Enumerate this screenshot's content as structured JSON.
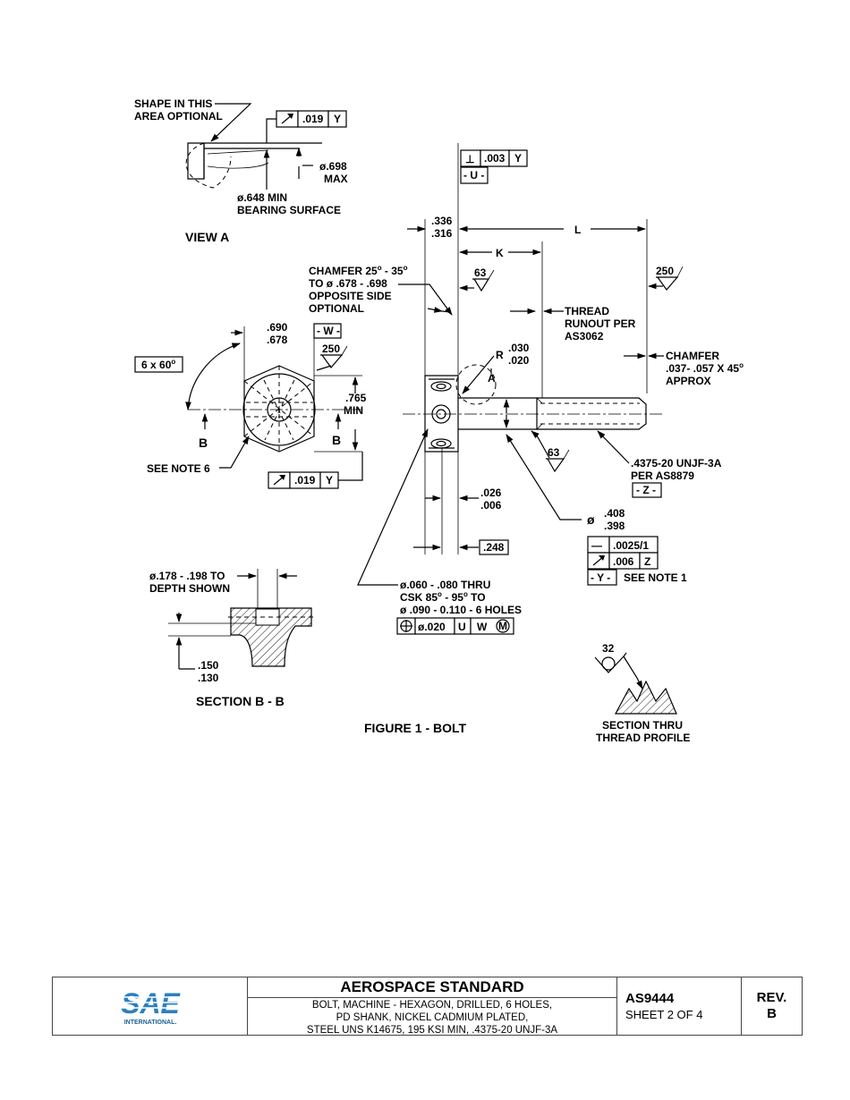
{
  "view_a": {
    "note_shape": [
      "SHAPE IN THIS",
      "AREA OPTIONAL"
    ],
    "fcf_symbol": "circular-runout-arrow",
    "fcf_value": ".019",
    "fcf_datum": "Y",
    "dia_max": [
      "ø.698",
      "MAX"
    ],
    "dia_min": [
      "ø.648 MIN",
      "BEARING SURFACE"
    ],
    "title_prefix": "VIEW ",
    "title_letter": "A"
  },
  "perp_fcf": {
    "symbol": "⊥",
    "value": ".003",
    "datum": "Y"
  },
  "datum_u": "- U -",
  "dims": {
    "head_thk": [
      ".336",
      ".316"
    ],
    "L": "L",
    "K": "K",
    "surface_63_top": "63",
    "surface_250_right": "250",
    "chamfer_head": [
      "CHAMFER 25° - 35°",
      "TO ø .678 - .698",
      "OPPOSITE SIDE",
      "OPTIONAL"
    ],
    "thread_runout": [
      "THREAD",
      "RUNOUT PER",
      "AS3062"
    ],
    "radius": "R",
    "radius_vals": [
      ".030",
      ".020"
    ],
    "view_a_ref": "A",
    "chamfer_end": [
      "CHAMFER",
      ".037- .057 X 45°",
      "APPROX"
    ],
    "surface_63_shank": "63",
    "thread_spec": [
      ".4375-20 UNJF-3A",
      "PER  AS8879"
    ],
    "datum_z": "- Z -",
    "shank_dia_sym": "ø",
    "shank_dia": [
      ".408",
      ".398"
    ],
    "fillet_gap": [
      ".026",
      ".006"
    ],
    "face_248": ".248",
    "straight_fcf": {
      "symbol": "—",
      "value": ".0025/1"
    },
    "runout_fcf": {
      "symbol": "circular-runout-arrow",
      "value": ".006",
      "datum": "Z"
    },
    "datum_y": "- Y -",
    "see_note_1": "SEE NOTE 1",
    "holes": [
      "ø.060 - .080 THRU",
      "CSK 85° - 95° TO",
      "ø  .090 - 0.110 - 6 HOLES"
    ],
    "position_fcf": {
      "symbol": "⊕",
      "value": "ø.020",
      "datum1": "U",
      "datum2": "W",
      "modifier": "M"
    }
  },
  "end_view": {
    "across_flats": [
      ".690",
      ".678"
    ],
    "datum_w": "- W -",
    "surface_250": "250",
    "angle_box": "6 x 60°",
    "height_min": [
      ".765",
      "MIN"
    ],
    "section_mark_left": "B",
    "section_mark_right": "B",
    "see_note_6": "SEE NOTE  6",
    "fcf_symbol": "circular-runout-arrow",
    "fcf_value": ".019",
    "fcf_datum": "Y"
  },
  "section_bb": {
    "hole_dia": [
      "ø.178 - .198 TO",
      "DEPTH SHOWN"
    ],
    "depth": [
      ".150",
      ".130"
    ],
    "title": "SECTION  B - B"
  },
  "thread_profile": {
    "surface": "32",
    "title": [
      "SECTION THRU",
      "THREAD PROFILE"
    ]
  },
  "figure_caption": "FIGURE 1 - BOLT",
  "title_block": {
    "logo_text": "SAE",
    "logo_sub": "INTERNATIONAL.",
    "heading": "AEROSPACE STANDARD",
    "description": [
      "BOLT, MACHINE - HEXAGON, DRILLED, 6 HOLES,",
      "PD SHANK, NICKEL CADMIUM PLATED,",
      "STEEL UNS K14675, 195 KSI MIN, .4375-20 UNJF-3A"
    ],
    "doc_number": "AS9444",
    "sheet": "SHEET 2 OF 4",
    "rev_label": "REV.",
    "rev_value": "B"
  },
  "colors": {
    "logo_blue": "#2a7fc1",
    "logo_dark": "#1d5f96"
  }
}
